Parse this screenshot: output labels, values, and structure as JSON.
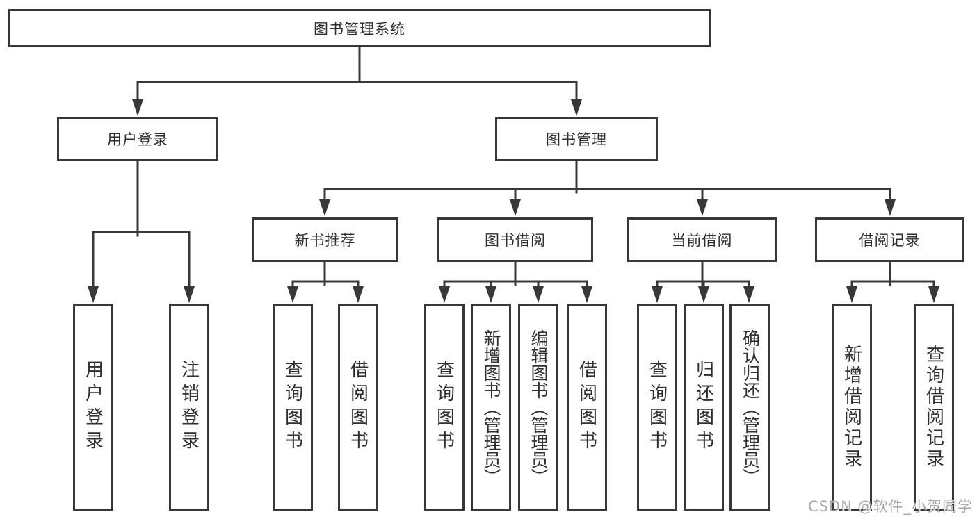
{
  "colors": {
    "line": "#383838",
    "text": "#2f2f2f",
    "box_background": "#ffffff",
    "watermark": "#a8a8a8"
  },
  "tree": {
    "root": "图书管理系统",
    "login_branch": {
      "label": "用户登录",
      "children": [
        "用户登录",
        "注销登录"
      ]
    },
    "mgmt_branch": {
      "label": "图书管理",
      "groups": [
        {
          "label": "新书推荐",
          "children": [
            "查询图书",
            "借阅图书"
          ]
        },
        {
          "label": "图书借阅",
          "children": [
            "查询图书",
            "新增图书（管理员）",
            "编辑图书（管理员）",
            "借阅图书"
          ]
        },
        {
          "label": "当前借阅",
          "children": [
            "查询图书",
            "归还图书",
            "确认归还（管理员）"
          ]
        },
        {
          "label": "借阅记录",
          "children": [
            "新增借阅记录",
            "查询借阅记录"
          ]
        }
      ]
    }
  },
  "watermark": "CSDN @软件_小贺同学"
}
